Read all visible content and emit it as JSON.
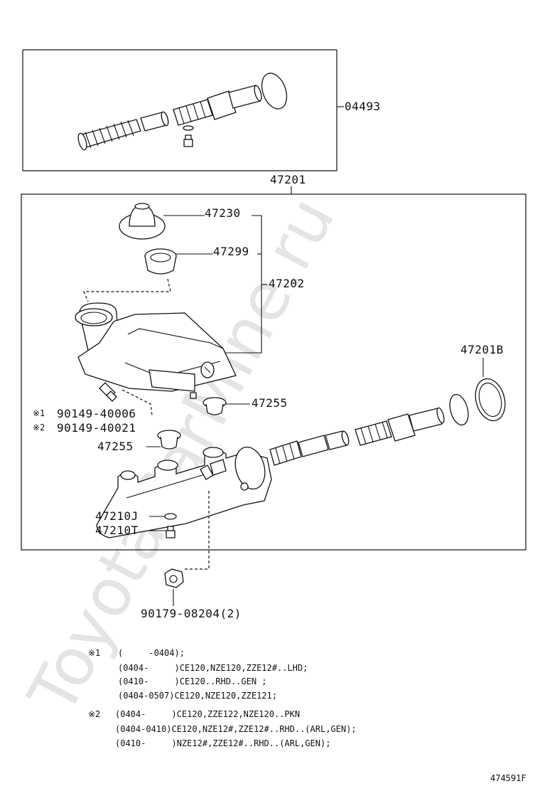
{
  "watermark": "ToyotaCarMine.ru",
  "labels": {
    "kit": "04493",
    "assembly": "47201",
    "cap": "47230",
    "strainer": "47299",
    "reservoir": "47202",
    "seal_ring": "47201B",
    "grommet_upper": "47255",
    "grommet_lower": "47255",
    "bolt_1": "90149-40006",
    "bolt_2": "90149-40021",
    "gasket": "47210J",
    "plug": "47210T",
    "nut": "90179-08204(2)"
  },
  "markers": {
    "m1": "※1",
    "m2": "※2"
  },
  "notes": {
    "n1": [
      "(     -0404);",
      "(0404-     )CE120,NZE120,ZZE12#..LHD;",
      "(0410-     )CE120..RHD..GEN ;",
      "(0404-0507)CE120,NZE120,ZZE121;"
    ],
    "n2": [
      "(0404-     )CE120,ZZE122,NZE120..PKN",
      "(0404-0410)CE120,NZE12#,ZZE12#..RHD..(ARL,GEN);",
      "(0410-     )NZE12#,ZZE12#..RHD..(ARL,GEN);"
    ]
  },
  "diagram_code": "474591F"
}
